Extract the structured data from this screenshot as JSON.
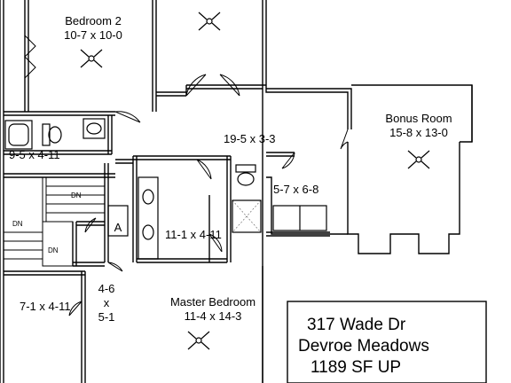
{
  "colors": {
    "ink": "#000000",
    "paper": "#ffffff"
  },
  "rooms": {
    "bedroom2": {
      "name": "Bedroom 2",
      "size": "10-7 x 10-0"
    },
    "bath2": {
      "size": "9-5 x 4-11"
    },
    "hall": {
      "size": "19-5 x 3-3"
    },
    "bonus": {
      "name": "Bonus Room",
      "size": "15-8 x 13-0"
    },
    "toilet_room": {
      "size": "5-7 x 6-8"
    },
    "master_bath": {
      "size": "11-1 x 4-11"
    },
    "closet_a": {
      "size_line1": "4-6",
      "size_line2": "x",
      "size_line3": "5-1"
    },
    "attic": {
      "size": "7-1 x 4-11"
    },
    "master": {
      "name": "Master Bedroom",
      "size": "11-4 x 14-3"
    }
  },
  "stair_labels": {
    "dn1": "DN",
    "dn2": "DN",
    "dn3": "DN"
  },
  "appliance_label": "A",
  "info": {
    "address": "317 Wade Dr",
    "subdivision": "Devroe Meadows",
    "area": "1189 SF UP"
  },
  "icons": [
    "ceiling-fan-icon",
    "toilet-icon",
    "sink-icon",
    "bathtub-icon",
    "shower-icon",
    "door-swing-icon"
  ]
}
